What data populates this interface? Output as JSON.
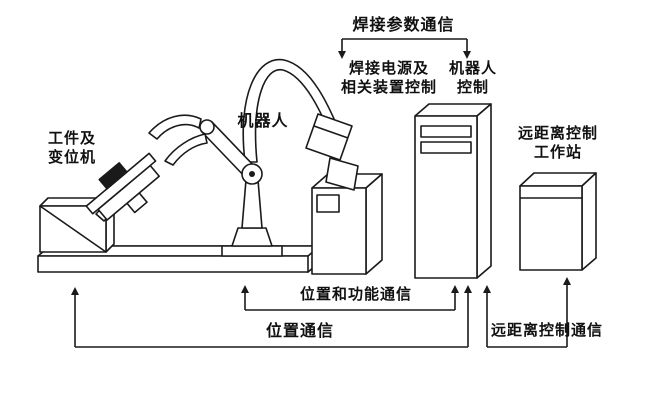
{
  "diagram": {
    "top_comm_label": "焊接参数通信",
    "welding_ctrl": {
      "line1": "焊接电源及",
      "line2": "相关装置控制"
    },
    "robot_ctrl": {
      "line1": "机器人",
      "line2": "控制"
    },
    "robot_label": "机器人",
    "workpiece": {
      "line1": "工件及",
      "line2": "变位机"
    },
    "remote_station": {
      "line1": "远距离控制",
      "line2": "工作站"
    },
    "comm_position_function": "位置和功能通信",
    "comm_position": "位置通信",
    "comm_remote": "远距离控制通信",
    "colors": {
      "line": "#1a1a1a",
      "background": "#ffffff"
    }
  }
}
